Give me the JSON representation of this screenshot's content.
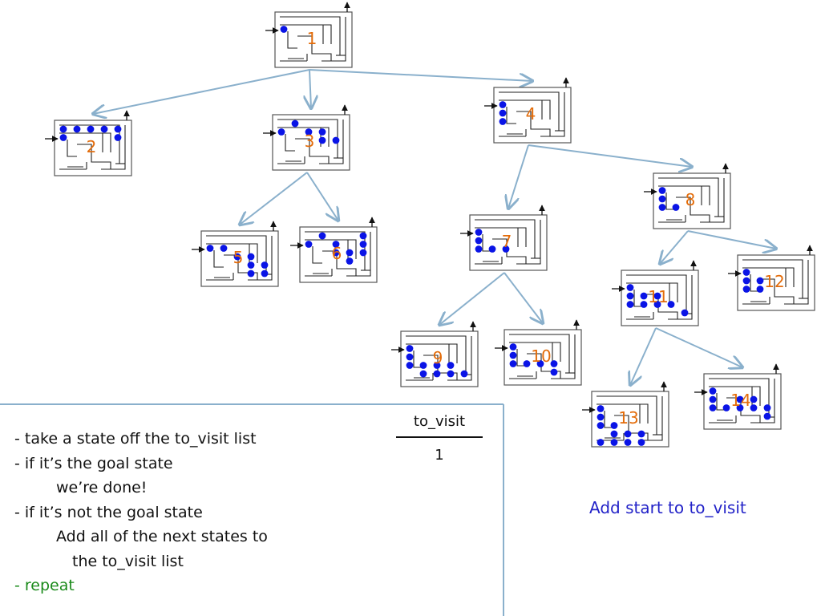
{
  "colors": {
    "arrow": "#8ab0cc",
    "dot": "#0a14e6",
    "number": "#e36c0a",
    "box": "#555555",
    "wall": "#222222",
    "caption": "#2323c8",
    "repeat": "#1a8a1a"
  },
  "states": [
    {
      "label": "1",
      "dots": [
        [
          0,
          1
        ]
      ]
    },
    {
      "label": "2",
      "dots": [
        [
          0,
          1
        ],
        [
          0,
          0
        ],
        [
          1,
          0
        ],
        [
          2,
          0
        ],
        [
          3,
          0
        ],
        [
          4,
          0
        ],
        [
          4,
          1
        ]
      ]
    },
    {
      "label": "3",
      "dots": [
        [
          0,
          1
        ],
        [
          1,
          0
        ],
        [
          2,
          1
        ],
        [
          3,
          1
        ],
        [
          3,
          2
        ],
        [
          4,
          2
        ]
      ]
    },
    {
      "label": "4",
      "dots": [
        [
          0,
          1
        ],
        [
          0,
          2
        ],
        [
          0,
          3
        ]
      ]
    },
    {
      "label": "5",
      "dots": [
        [
          0,
          1
        ],
        [
          1,
          1
        ],
        [
          2,
          2
        ],
        [
          3,
          2
        ],
        [
          3,
          3
        ],
        [
          4,
          3
        ],
        [
          4,
          4
        ],
        [
          3,
          4
        ]
      ]
    },
    {
      "label": "6",
      "dots": [
        [
          0,
          1
        ],
        [
          1,
          0
        ],
        [
          2,
          1
        ],
        [
          2,
          2
        ],
        [
          3,
          2
        ],
        [
          4,
          2
        ],
        [
          4,
          1
        ],
        [
          4,
          0
        ],
        [
          3,
          3
        ]
      ]
    },
    {
      "label": "7",
      "dots": [
        [
          0,
          1
        ],
        [
          0,
          2
        ],
        [
          0,
          3
        ],
        [
          1,
          3
        ],
        [
          2,
          3
        ]
      ]
    },
    {
      "label": "8",
      "dots": [
        [
          0,
          1
        ],
        [
          0,
          2
        ],
        [
          0,
          3
        ],
        [
          1,
          3
        ]
      ]
    },
    {
      "label": "9",
      "dots": [
        [
          0,
          1
        ],
        [
          0,
          2
        ],
        [
          0,
          3
        ],
        [
          1,
          3
        ],
        [
          1,
          4
        ],
        [
          2,
          4
        ],
        [
          2,
          3
        ],
        [
          3,
          3
        ],
        [
          3,
          4
        ],
        [
          4,
          4
        ]
      ]
    },
    {
      "label": "10",
      "dots": [
        [
          0,
          1
        ],
        [
          0,
          2
        ],
        [
          0,
          3
        ],
        [
          1,
          3
        ],
        [
          2,
          3
        ],
        [
          3,
          3
        ],
        [
          3,
          4
        ]
      ]
    },
    {
      "label": "11",
      "dots": [
        [
          0,
          1
        ],
        [
          0,
          2
        ],
        [
          0,
          3
        ],
        [
          1,
          3
        ],
        [
          1,
          2
        ],
        [
          2,
          2
        ],
        [
          2,
          3
        ],
        [
          3,
          3
        ],
        [
          4,
          4
        ]
      ]
    },
    {
      "label": "12",
      "dots": [
        [
          0,
          1
        ],
        [
          0,
          2
        ],
        [
          0,
          3
        ],
        [
          1,
          3
        ],
        [
          1,
          2
        ]
      ]
    },
    {
      "label": "13",
      "dots": [
        [
          0,
          1
        ],
        [
          0,
          2
        ],
        [
          0,
          3
        ],
        [
          1,
          3
        ],
        [
          1,
          4
        ],
        [
          2,
          4
        ],
        [
          3,
          4
        ],
        [
          3,
          5
        ],
        [
          2,
          5
        ],
        [
          1,
          5
        ],
        [
          0,
          5
        ]
      ]
    },
    {
      "label": "14",
      "dots": [
        [
          0,
          1
        ],
        [
          0,
          2
        ],
        [
          0,
          3
        ],
        [
          1,
          3
        ],
        [
          2,
          3
        ],
        [
          2,
          2
        ],
        [
          3,
          2
        ],
        [
          3,
          3
        ],
        [
          4,
          3
        ],
        [
          4,
          4
        ]
      ]
    }
  ],
  "edges": [
    [
      "1",
      "2"
    ],
    [
      "1",
      "3"
    ],
    [
      "1",
      "4"
    ],
    [
      "3",
      "5"
    ],
    [
      "3",
      "6"
    ],
    [
      "4",
      "7"
    ],
    [
      "4",
      "8"
    ],
    [
      "7",
      "9"
    ],
    [
      "7",
      "10"
    ],
    [
      "8",
      "11"
    ],
    [
      "8",
      "12"
    ],
    [
      "11",
      "13"
    ],
    [
      "11",
      "14"
    ]
  ],
  "algorithm": {
    "line1": "- take a state off the to_visit list",
    "line2": "- if it’s the goal state",
    "line3": "we’re done!",
    "line4": "- if it’s not the goal state",
    "line5": "Add all of the next states to",
    "line6": "the to_visit list",
    "line7": "- repeat"
  },
  "to_visit": {
    "header": "to_visit",
    "items": [
      "1"
    ]
  },
  "caption": "Add start to to_visit"
}
